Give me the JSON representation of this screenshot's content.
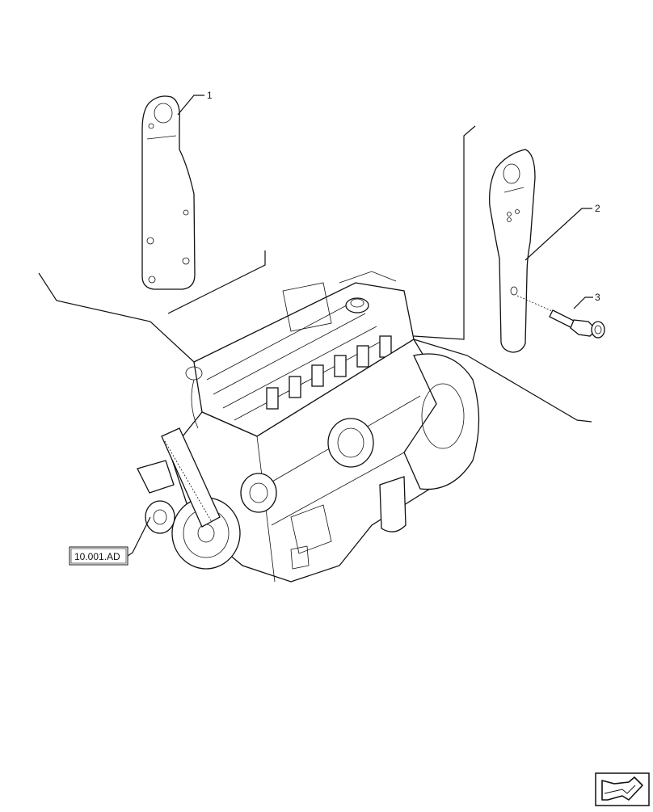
{
  "callouts": {
    "item1": "1",
    "item2": "2",
    "item3": "3"
  },
  "reference_box": "10.001.AD",
  "nav_icon": "next-page-arrow-icon"
}
